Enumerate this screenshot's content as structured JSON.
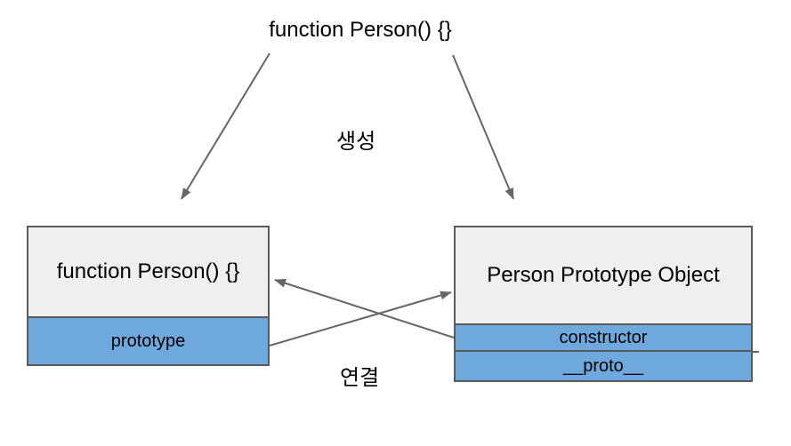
{
  "title": {
    "text": "function Person() {}"
  },
  "annotations": {
    "creation_label": "생성",
    "link_label": "연결"
  },
  "left_box": {
    "header": "function Person() {}",
    "rows": [
      "prototype"
    ]
  },
  "right_box": {
    "header": "Person Prototype Object",
    "rows": [
      "constructor",
      "__proto__"
    ]
  },
  "colors": {
    "background": "#ffffff",
    "header_bg": "#efefef",
    "row_bg": "#6fa8dc",
    "border": "#5a5a5a",
    "arrow": "#666666",
    "text": "#000000"
  }
}
